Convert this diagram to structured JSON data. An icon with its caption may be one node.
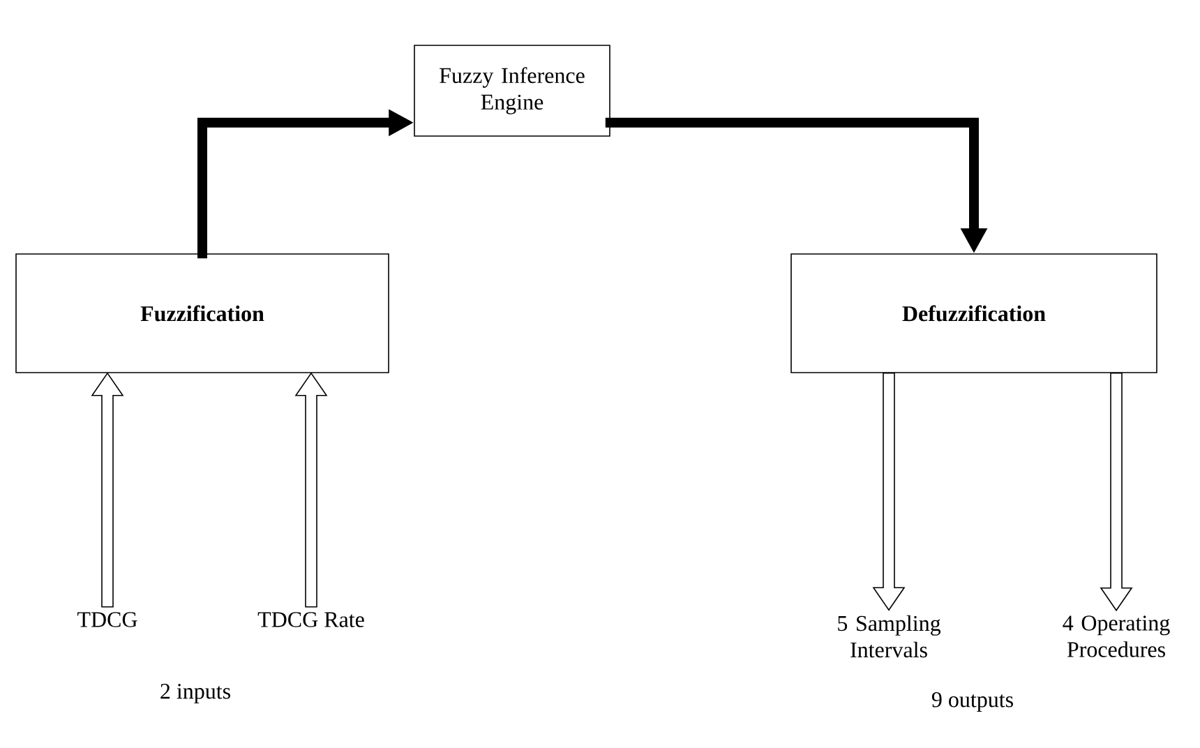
{
  "diagram": {
    "nodes": [
      {
        "text": [
          "Fuzzy Inference Engine"
        ]
      },
      {
        "text": [
          "Fuzzification"
        ]
      },
      {
        "text": [
          "Defuzzification"
        ]
      },
      {
        "text": [
          "TDCG"
        ]
      },
      {
        "text": [
          "TDCG Rate"
        ]
      },
      {
        "text": [
          "5 Sampling Intervals"
        ]
      },
      {
        "text": [
          "4 Operating Procedures"
        ]
      }
    ],
    "edges": [
      {
        "from": 1,
        "to": 0,
        "arrow": "to"
      },
      {
        "from": 0,
        "to": 2,
        "arrow": "to"
      },
      {
        "from": 3,
        "to": 1,
        "arrow": "to"
      },
      {
        "from": 4,
        "to": 1,
        "arrow": "to"
      },
      {
        "from": 2,
        "to": 5,
        "arrow": "to"
      },
      {
        "from": 2,
        "to": 6,
        "arrow": "to"
      }
    ],
    "labels": [
      "2 inputs",
      "9 outputs"
    ]
  }
}
